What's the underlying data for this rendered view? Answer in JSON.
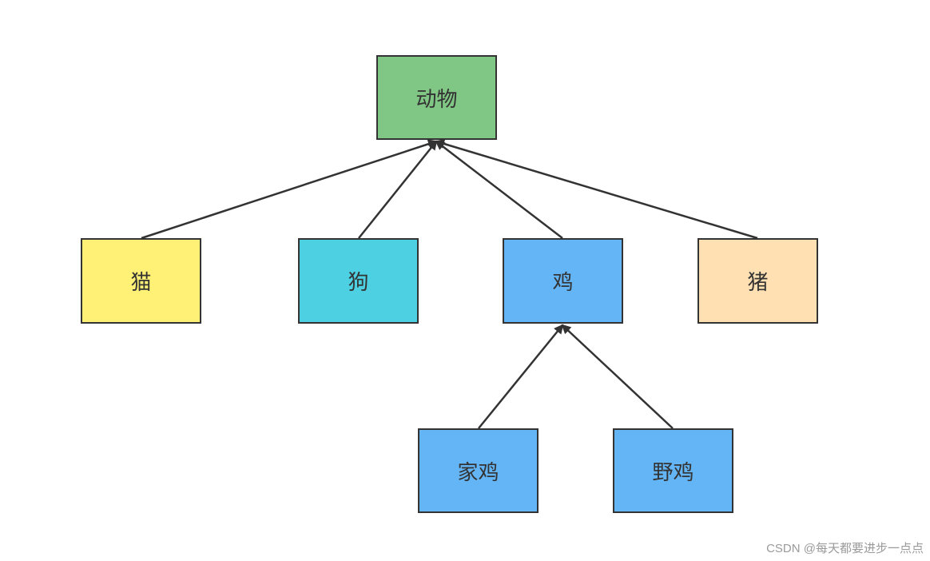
{
  "nodes": {
    "animal": {
      "label": "动物",
      "color": "#80c684"
    },
    "cat": {
      "label": "猫",
      "color": "#fff176"
    },
    "dog": {
      "label": "狗",
      "color": "#4dd0e1"
    },
    "chicken": {
      "label": "鸡",
      "color": "#64b5f6"
    },
    "pig": {
      "label": "猪",
      "color": "#ffe0b2"
    },
    "domestic_chicken": {
      "label": "家鸡",
      "color": "#64b5f6"
    },
    "wild_chicken": {
      "label": "野鸡",
      "color": "#64b5f6"
    }
  },
  "edges": [
    {
      "from": "cat",
      "to": "animal"
    },
    {
      "from": "dog",
      "to": "animal"
    },
    {
      "from": "chicken",
      "to": "animal"
    },
    {
      "from": "pig",
      "to": "animal"
    },
    {
      "from": "domestic_chicken",
      "to": "chicken"
    },
    {
      "from": "wild_chicken",
      "to": "chicken"
    }
  ],
  "colors": {
    "stroke": "#333333",
    "text": "#333333",
    "background": "#ffffff"
  },
  "watermark": "CSDN @每天都要进步一点点"
}
